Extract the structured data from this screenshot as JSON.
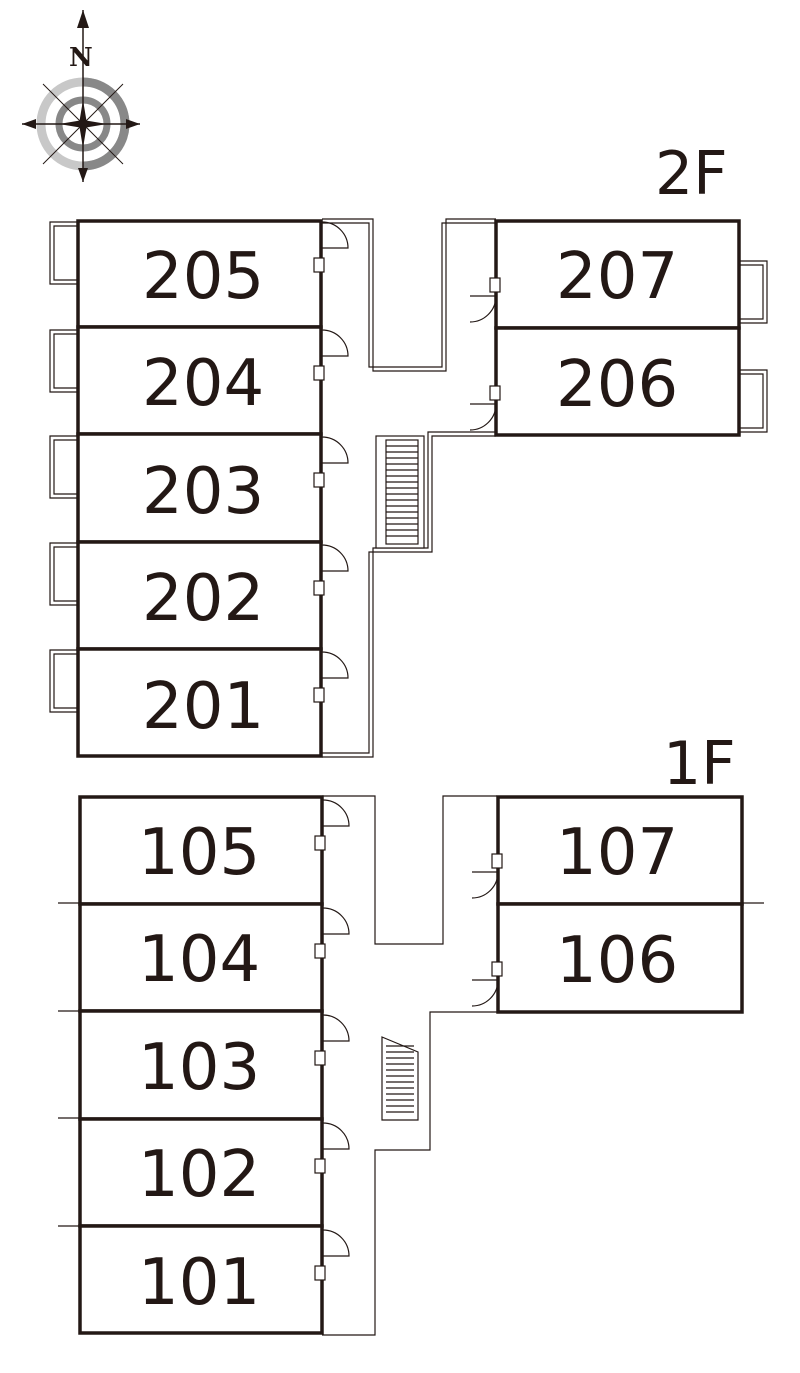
{
  "compass": {
    "label": "N",
    "icon": "compass-rose-icon"
  },
  "floors": [
    {
      "id": "2F",
      "label": "2F",
      "rooms": [
        "205",
        "204",
        "203",
        "202",
        "201",
        "207",
        "206"
      ]
    },
    {
      "id": "1F",
      "label": "1F",
      "rooms": [
        "105",
        "104",
        "103",
        "102",
        "101",
        "107",
        "106"
      ]
    }
  ],
  "colors": {
    "line": "#231815",
    "compass_gray": "#888888",
    "compass_light": "#c8c8c8"
  }
}
